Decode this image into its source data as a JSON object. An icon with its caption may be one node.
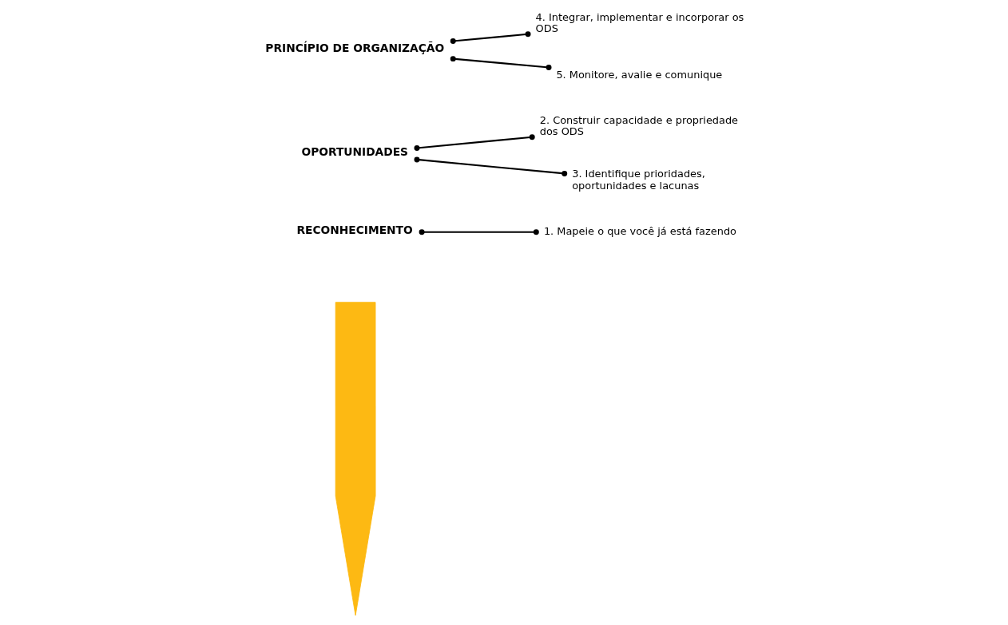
{
  "diagram": {
    "nodes": [
      {
        "text": [],
        "shape": "arrow"
      },
      {
        "text": [
          "RECONHECIMENTO"
        ]
      },
      {
        "text": [
          "1. Mapeie o que você já está fazendo"
        ]
      },
      {
        "text": [
          "OPORTUNIDADES"
        ]
      },
      {
        "text": [
          "2. Construir capacidade e propriedade dos ODS"
        ]
      },
      {
        "text": [
          "3. Identifique prioridades, oportunidades e lacunas"
        ]
      },
      {
        "text": [
          "PRINCÍPIO DE ORGANIZAÇÃO"
        ]
      },
      {
        "text": [
          "4. Integrar, implementar e incorporar os ODS"
        ]
      },
      {
        "text": [
          "5. Monitore, avalie e comunique"
        ]
      }
    ],
    "edges": [
      {
        "from": 1,
        "to": 2,
        "arrow": "other"
      },
      {
        "from": 3,
        "to": 4,
        "arrow": "other"
      },
      {
        "from": 3,
        "to": 5,
        "arrow": "other"
      },
      {
        "from": 6,
        "to": 7,
        "arrow": "other"
      },
      {
        "from": 6,
        "to": 8,
        "arrow": "other"
      }
    ]
  }
}
